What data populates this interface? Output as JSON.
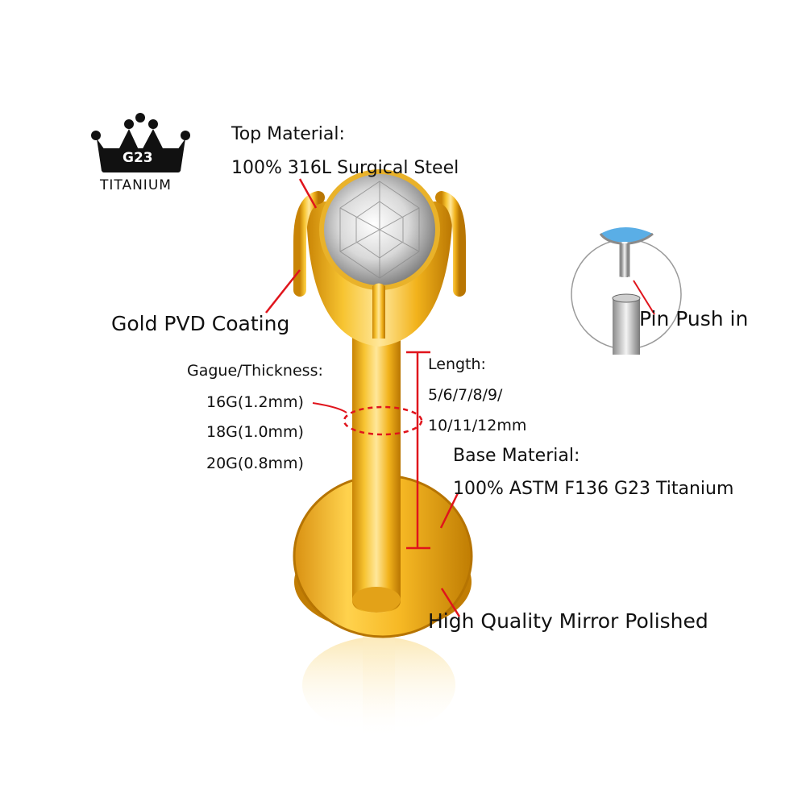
{
  "badge": {
    "grade": "G23",
    "material": "TITANIUM"
  },
  "labels": {
    "top_material_title": "Top Material:",
    "top_material_value": "100% 316L Surgical Steel",
    "coating": "Gold PVD Coating",
    "gauge_title": "Gague/Thickness:",
    "gauge_options": [
      "16G(1.2mm)",
      "18G(1.0mm)",
      "20G(0.8mm)"
    ],
    "length_title": "Length:",
    "length_line1": "5/6/7/8/9/",
    "length_line2": "10/11/12mm",
    "base_material_title": "Base Material:",
    "base_material_value": "100% ASTM F136 G23 Titanium",
    "finish": "High Quality Mirror Polished",
    "pin_note": "Pin Push in"
  },
  "colors": {
    "gold": "#f2b31c",
    "gold_dark": "#d08c06",
    "gold_light": "#fde38a",
    "annotation_red": "#e0141c",
    "text": "#111111"
  }
}
